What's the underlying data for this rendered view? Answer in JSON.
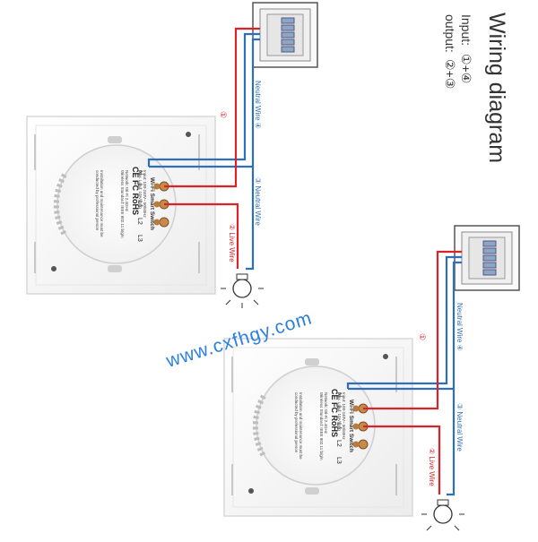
{
  "title": "Wiring diagram",
  "input_label": "Input:",
  "input_value": "①+④",
  "output_label": "output:",
  "output_value": "②+③",
  "watermark": "www.cxfhgy.com",
  "colors": {
    "live": "#d9232a",
    "neutral": "#2f6fb7",
    "label_blue": "#2f6fb7",
    "label_red": "#d9232a",
    "panel": "#f4f4f4",
    "panel_edge": "#d8d8d8",
    "terminal": "#c88a4a"
  },
  "diagrams": [
    {
      "neutral_wire_4": "Neutral Wire ④",
      "neutral_wire_3": "③ Neutral Wire",
      "live_wire_2": "② Live Wire",
      "marker_1": "①",
      "terminals": [
        "N",
        "L",
        "L1",
        "L2",
        "L3"
      ],
      "module_title": "Wi-Fi Smart Switch",
      "cert_marks": "CE FC RoHS",
      "spec_lines": [
        "Input: 100-240V~ 50/60Hz",
        "Max. Load: 10A/gang",
        "Network: Wi-Fi 2.4GHz",
        "Wireless Standard: IEEE 802.11 b/g/n"
      ],
      "warning_lines": [
        "Installation and maintenance must be",
        "conducted by professional person"
      ]
    },
    {
      "neutral_wire_4": "Neutral Wire ④",
      "neutral_wire_3": "③ Neutral Wire",
      "live_wire_2": "② Live Wire",
      "marker_1": "①",
      "terminals": [
        "N",
        "L",
        "L1",
        "L2",
        "L3"
      ],
      "module_title": "Wi-Fi Smart Switch",
      "cert_marks": "CE FC RoHS",
      "spec_lines": [
        "Input: 100-240V~ 50/60Hz",
        "Max. Load: 10A/gang",
        "Network: Wi-Fi 2.4GHz",
        "Wireless Standard: IEEE 802.11 b/g/n"
      ],
      "warning_lines": [
        "Installation and maintenance must be",
        "conducted by professional person"
      ]
    }
  ]
}
